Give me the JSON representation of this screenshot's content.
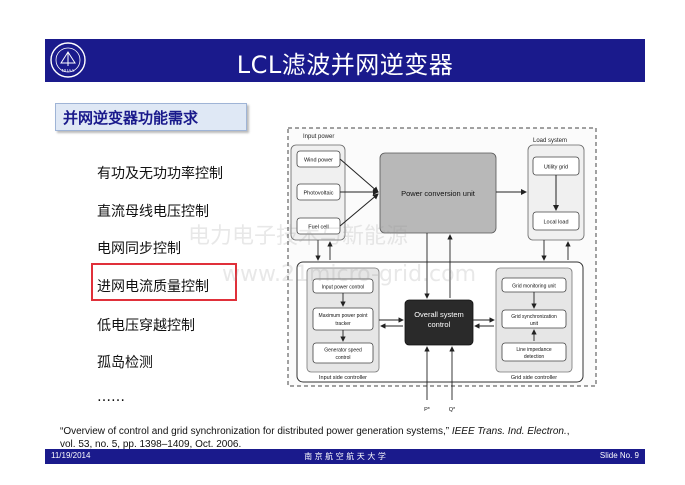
{
  "title": "LCL滤波并网逆变器",
  "logo": {
    "text": "NUAA"
  },
  "section_heading": "并网逆变器功能需求",
  "bullets": [
    "有功及无功功率控制",
    "直流母线电压控制",
    "电网同步控制",
    "进网电流质量控制",
    "低电压穿越控制",
    "孤岛检测",
    "……"
  ],
  "highlighted_bullet_index": 3,
  "diagram": {
    "input_power_label": "Input power",
    "load_system_label": "Load system",
    "wind_power": "Wind power",
    "photovoltaic": "Photovoltaic",
    "fuel_cell": "Fuel cell",
    "power_conversion_unit": "Power conversion unit",
    "utility_grid": "Utility grid",
    "local_load": "Local load",
    "input_power_control": "Input power control",
    "mppt_line1": "Maximum power point",
    "mppt_line2": "tracker",
    "gen_speed_line1": "Generator speed",
    "gen_speed_line2": "control",
    "overall_line1": "Overall system",
    "overall_line2": "control",
    "grid_monitoring_unit": "Grid monitoring unit",
    "grid_sync_line1": "Grid synchronization",
    "grid_sync_line2": "unit",
    "line_imp_line1": "Line impedance",
    "line_imp_line2": "detection",
    "input_side_controller": "Input side controller",
    "grid_side_controller": "Grid side controller",
    "p_ref": "P*",
    "q_ref": "Q*"
  },
  "reference": {
    "text_plain": "“Overview of control and grid synchronization for distributed power generation systems,” ",
    "journal": "IEEE Trans. Ind. Electron.",
    "text_tail": ",",
    "line2": "vol. 53, no. 5, pp. 1398–1409, Oct. 2006."
  },
  "footer": {
    "date": "11/19/2014",
    "university": "南 京 航 空 航 天 大 学",
    "slide_no": "Slide No. 9"
  },
  "watermarks": [
    "电力电子技术与新能源",
    "www.21micro-grid.com"
  ],
  "colors": {
    "title_bar": "#1a1a8c",
    "highlight": "#e0303a",
    "power_conversion_fill": "#b8b8b8",
    "overall_control_fill": "#2a2a2a"
  }
}
